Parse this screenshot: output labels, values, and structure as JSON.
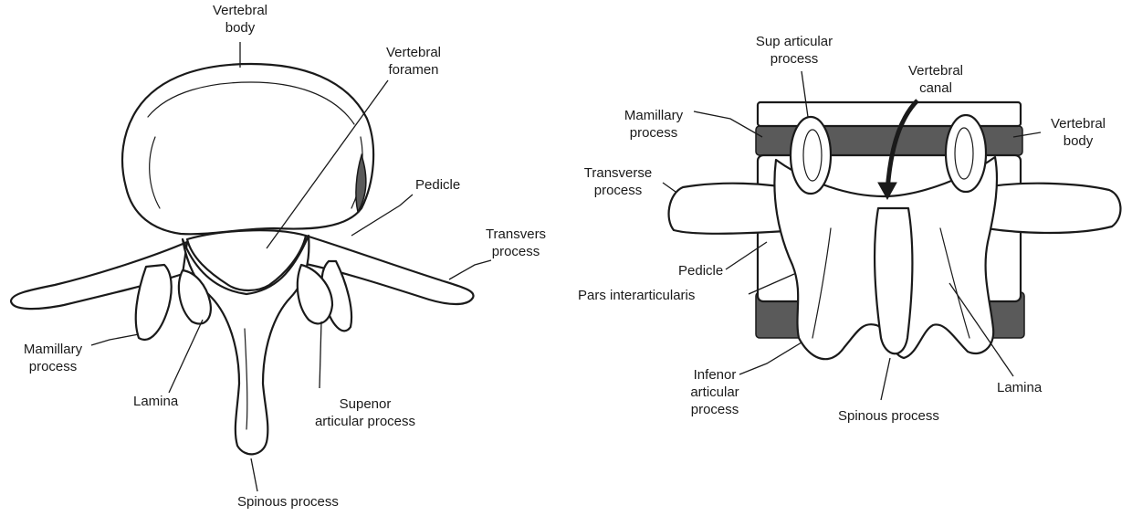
{
  "left_view": {
    "labels": {
      "vertebral_body": [
        "Vertebral",
        "body"
      ],
      "vertebral_foramen": [
        "Vertebral",
        "foramen"
      ],
      "pedicle": "Pedicle",
      "transverse_process": [
        "Transvers",
        "process"
      ],
      "mamillary_process": [
        "Mamillary",
        "process"
      ],
      "lamina": "Lamina",
      "superior_articular_process": [
        "Supenor",
        "articular process"
      ],
      "spinous_process": "Spinous process"
    }
  },
  "right_view": {
    "labels": {
      "sup_articular_process": [
        "Sup articular",
        "process"
      ],
      "vertebral_canal": [
        "Vertebral",
        "canal"
      ],
      "mamillary_process": [
        "Mamillary",
        "process"
      ],
      "vertebral_body": [
        "Vertebral",
        "body"
      ],
      "transverse_process": [
        "Transverse",
        "process"
      ],
      "pedicle": "Pedicle",
      "pars_interarticularis": "Pars interarticularis",
      "inferior_articular_process": [
        "Infenor",
        "articular",
        "process"
      ],
      "spinous_process": "Spinous process",
      "lamina": "Lamina"
    }
  }
}
